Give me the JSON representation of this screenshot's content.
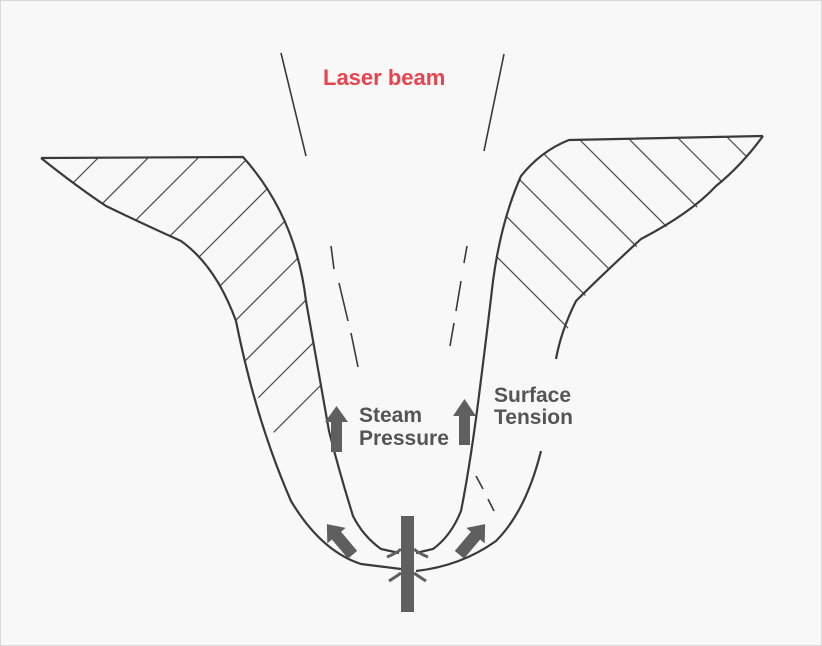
{
  "labels": {
    "laser_beam": "Laser beam",
    "steam_pressure": [
      "Steam",
      "Pressure"
    ],
    "surface_tension": [
      "Surface",
      "Tension"
    ]
  },
  "colors": {
    "laser_label": "#e8434e",
    "force_label": "#555555",
    "line": "#3a3a3a",
    "arrow": "#5f5f5f"
  }
}
